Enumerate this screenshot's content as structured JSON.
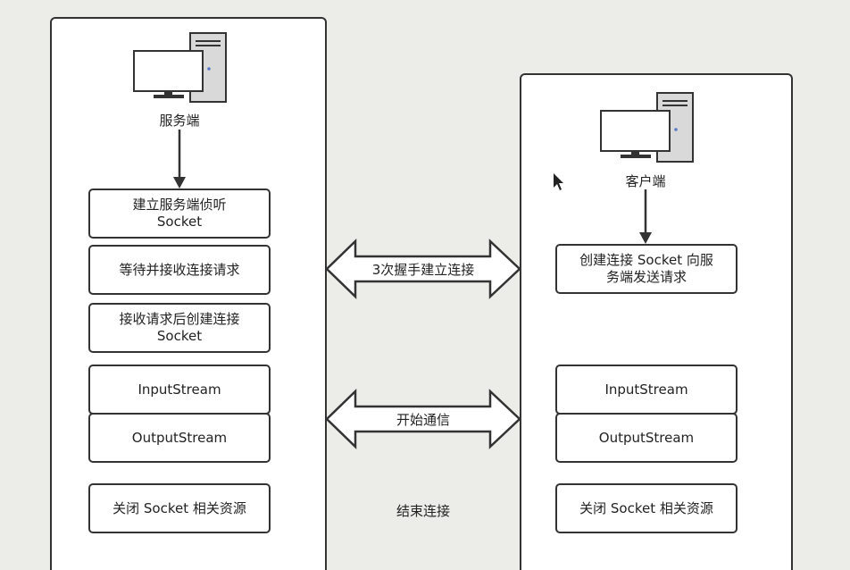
{
  "server": {
    "label": "服务端",
    "steps": [
      "建立服务端侦听\nSocket",
      "等待并接收连接请求",
      "接收请求后创建连接\nSocket",
      "InputStream",
      "OutputStream",
      "关闭 Socket 相关资源"
    ]
  },
  "client": {
    "label": "客户端",
    "steps": [
      "创建连接 Socket 向服\n务端发送请求",
      "InputStream",
      "OutputStream",
      "关闭 Socket 相关资源"
    ]
  },
  "connections": {
    "handshake": "3次握手建立连接",
    "communicate": "开始通信",
    "close": "结束连接"
  },
  "colors": {
    "stroke": "#333333",
    "background": "#ecece8",
    "panel": "#ffffff"
  },
  "icons": [
    "computer-icon",
    "mouse-cursor-icon"
  ]
}
